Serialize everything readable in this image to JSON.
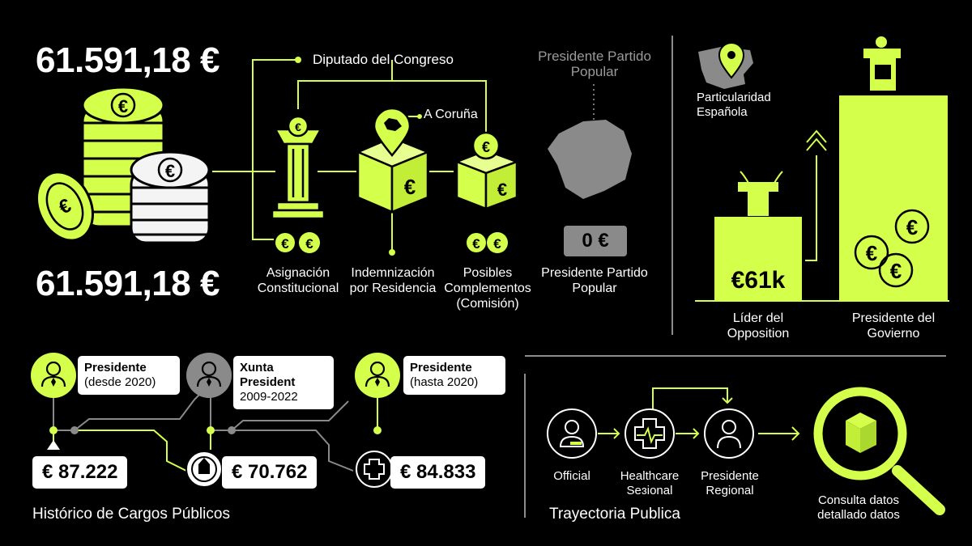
{
  "colors": {
    "accent": "#d4ff4a",
    "background": "#000000",
    "grey": "#8a8a8a",
    "card": "#ffffff"
  },
  "salary": {
    "amount_top": "61.591,18 €",
    "amount_bottom": "61.591,18 €"
  },
  "breakdown": {
    "root": "Diputado del Congreso",
    "location": "A Coruña",
    "items": [
      {
        "label": "Asignación Constitucional",
        "symbol": "€€"
      },
      {
        "label": "Indemnización por Residencia",
        "symbol": "€"
      },
      {
        "label": "Posibles Complementos (Comisión)",
        "symbol": "€€"
      }
    ],
    "pp_title": "Presidente Partido Popular",
    "pp_amount": "0 €",
    "pp_label": "Presidente Partido Popular"
  },
  "comparison": {
    "title": "Particularidad Española",
    "bars": [
      {
        "label": "Líder del Opposition",
        "value_text": "€61k"
      },
      {
        "label": "Presidente del Govierno"
      }
    ]
  },
  "history": {
    "title": "Histórico de Cargos Públicos",
    "roles": [
      {
        "name": "Presidente",
        "period": "(desde 2020)"
      },
      {
        "name": "Xunta President",
        "period": "2009-2022"
      },
      {
        "name": "Presidente",
        "period": "(hasta 2020)"
      }
    ],
    "amounts": [
      "€ 87.222",
      "€ 70.762",
      "€ 84.833"
    ]
  },
  "trajectory": {
    "title": "Trayectoria Publica",
    "steps": [
      "Official",
      "Healthcare Seɜional",
      "Presidente Regional"
    ],
    "search_label": "Consulta datos detallado datos"
  }
}
